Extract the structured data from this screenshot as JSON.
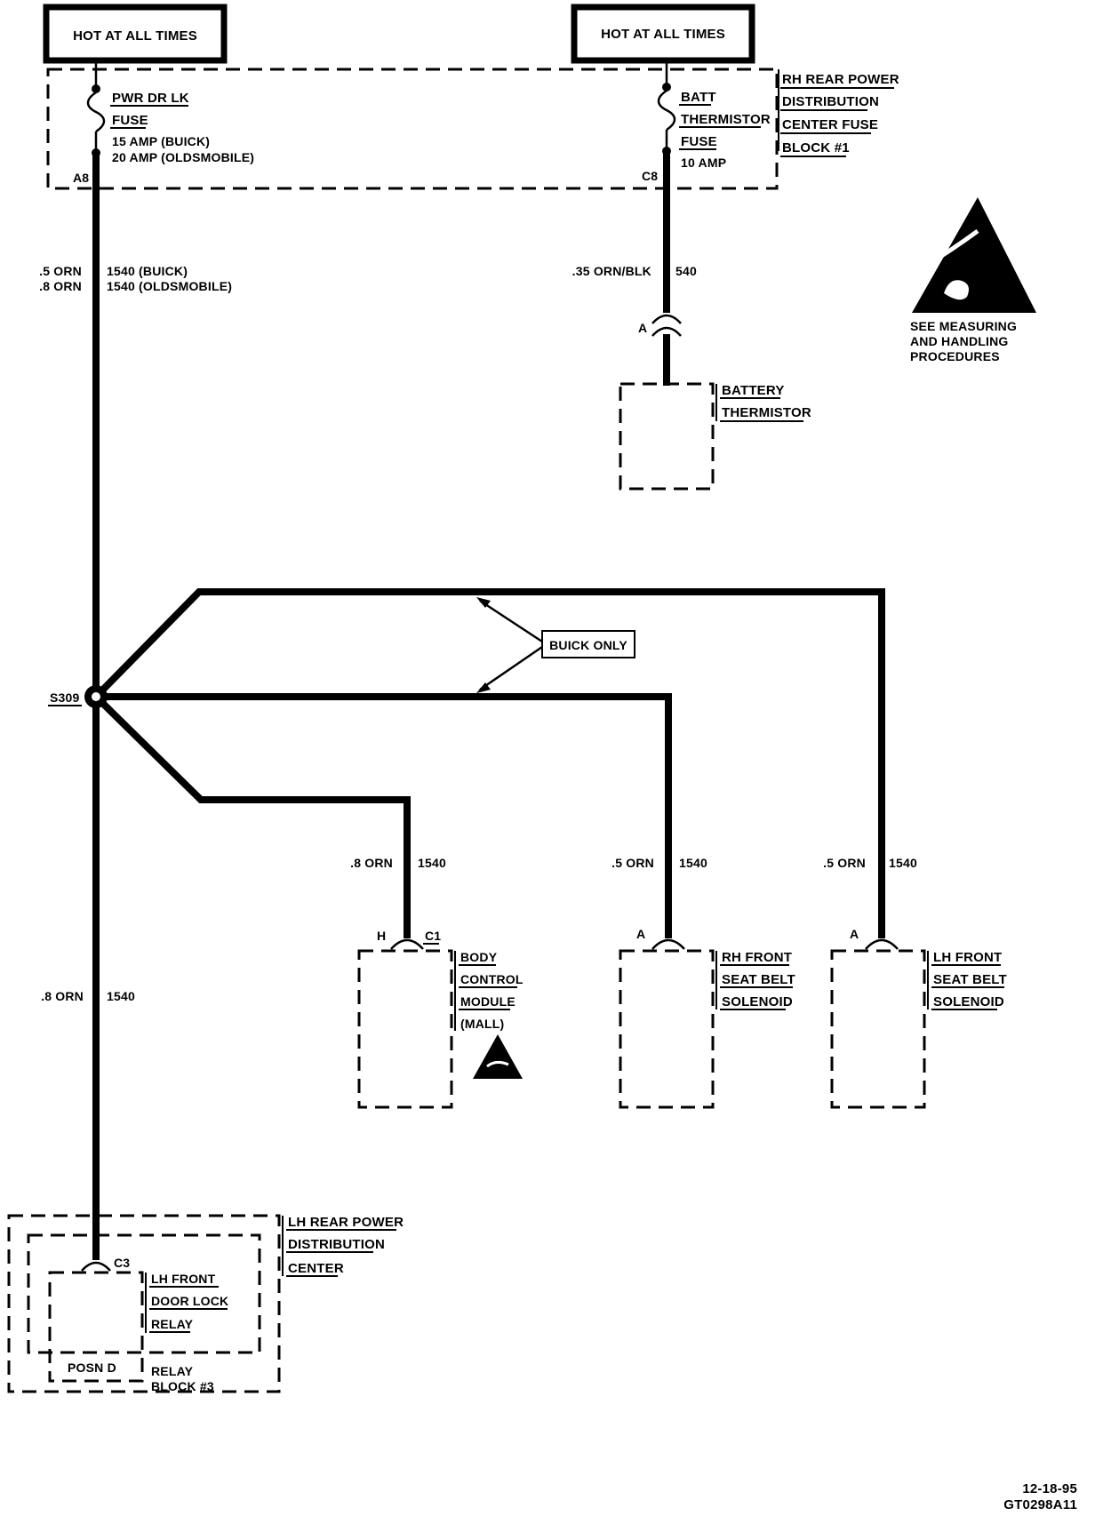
{
  "power_sources": [
    {
      "label": "HOT AT ALL TIMES"
    },
    {
      "label": "HOT AT ALL TIMES"
    }
  ],
  "fuse_block": {
    "name_lines": [
      "RH REAR POWER",
      "DISTRIBUTION",
      "CENTER FUSE",
      "BLOCK #1"
    ],
    "fuse_left": {
      "name_lines": [
        "PWR DR LK",
        "FUSE"
      ],
      "ratings": [
        "15 AMP (BUICK)",
        "20 AMP (OLDSMOBILE)"
      ],
      "terminal": "A8"
    },
    "fuse_right": {
      "name_lines": [
        "BATT",
        "THERMISTOR",
        "FUSE"
      ],
      "rating": "10 AMP",
      "terminal": "C8"
    }
  },
  "wires": {
    "main_top": {
      "sizes": [
        ".5 ORN",
        ".8 ORN"
      ],
      "circuits": [
        "1540 (BUICK)",
        "1540 (OLDSMOBILE)"
      ]
    },
    "thermistor": {
      "size": ".35 ORN/BLK",
      "circuit": "540"
    },
    "bcm": {
      "size": ".8 ORN",
      "circuit": "1540"
    },
    "rh_belt": {
      "size": ".5 ORN",
      "circuit": "1540"
    },
    "lh_belt": {
      "size": ".5 ORN",
      "circuit": "1540"
    },
    "main_bottom": {
      "size": ".8 ORN",
      "circuit": "1540"
    }
  },
  "splice": "S309",
  "buick_only_label": "BUICK ONLY",
  "esd_note": [
    "SEE MEASURING",
    "AND HANDLING",
    "PROCEDURES"
  ],
  "components": {
    "battery_thermistor": {
      "name_lines": [
        "BATTERY",
        "THERMISTOR"
      ],
      "pin": "A"
    },
    "bcm": {
      "name_lines": [
        "BODY",
        "CONTROL",
        "MODULE",
        "(MALL)"
      ],
      "pin": "H",
      "connector": "C1"
    },
    "rh_belt": {
      "name_lines": [
        "RH FRONT",
        "SEAT BELT",
        "SOLENOID"
      ],
      "pin": "A"
    },
    "lh_belt": {
      "name_lines": [
        "LH FRONT",
        "SEAT BELT",
        "SOLENOID"
      ],
      "pin": "A"
    },
    "relay_center": {
      "name_lines": [
        "LH REAR POWER",
        "DISTRIBUTION",
        "CENTER"
      ]
    },
    "door_lock_relay": {
      "name_lines": [
        "LH FRONT",
        "DOOR LOCK",
        "RELAY"
      ],
      "position": "POSN D",
      "connector": "C3"
    },
    "relay_block": {
      "name_lines": [
        "RELAY",
        "BLOCK #3"
      ]
    }
  },
  "footer": {
    "date": "12-18-95",
    "code": "GT0298A11"
  }
}
